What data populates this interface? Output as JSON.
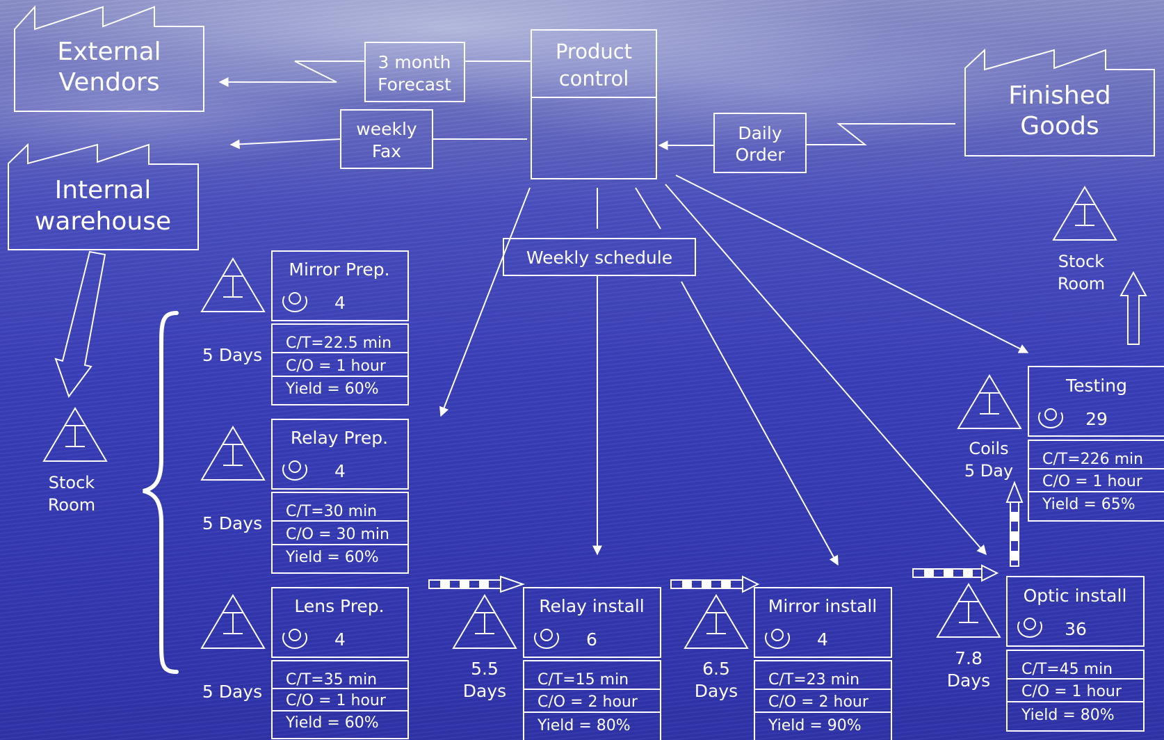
{
  "colors": {
    "line": "#ffffff",
    "background": "#3a3fb8"
  },
  "entities": {
    "external_vendors": {
      "line1": "External",
      "line2": "Vendors",
      "icon": "factory-icon"
    },
    "internal_warehouse": {
      "line1": "Internal",
      "line2": "warehouse",
      "icon": "factory-icon"
    },
    "finished_goods": {
      "line1": "Finished",
      "line2": "Goods",
      "icon": "factory-icon"
    }
  },
  "control": {
    "product_control": {
      "line1": "Product",
      "line2": "control"
    },
    "forecast": {
      "line1": "3 month",
      "line2": "Forecast"
    },
    "fax": {
      "line1": "weekly",
      "line2": "Fax"
    },
    "daily_order": {
      "line1": "Daily",
      "line2": "Order"
    },
    "weekly_schedule": "Weekly schedule"
  },
  "stock_rooms": {
    "left": {
      "line1": "Stock",
      "line2": "Room",
      "icon": "inventory-triangle-icon"
    },
    "right": {
      "line1": "Stock",
      "line2": "Room",
      "icon": "inventory-triangle-icon"
    }
  },
  "processes": {
    "mirror_prep": {
      "name": "Mirror Prep.",
      "operators": "4",
      "ct": "C/T=22.5 min",
      "co": "C/O = 1 hour",
      "yield": "Yield = 60%"
    },
    "relay_prep": {
      "name": "Relay Prep.",
      "operators": "4",
      "ct": "C/T=30 min",
      "co": "C/O = 30 min",
      "yield": "Yield = 60%"
    },
    "lens_prep": {
      "name": "Lens Prep.",
      "operators": "4",
      "ct": "C/T=35 min",
      "co": "C/O = 1 hour",
      "yield": "Yield = 60%"
    },
    "relay_install": {
      "name": "Relay install",
      "operators": "6",
      "ct": "C/T=15 min",
      "co": "C/O = 2 hour",
      "yield": "Yield = 80%"
    },
    "mirror_install": {
      "name": "Mirror install",
      "operators": "4",
      "ct": "C/T=23 min",
      "co": "C/O = 2 hour",
      "yield": "Yield = 90%"
    },
    "optic_install": {
      "name": "Optic install",
      "operators": "36",
      "ct": "C/T=45 min",
      "co": "C/O = 1 hour",
      "yield": "Yield = 80%"
    },
    "testing": {
      "name": "Testing",
      "operators": "29",
      "ct": "C/T=226 min",
      "co": "C/O = 1 hour",
      "yield": "Yield = 65%"
    }
  },
  "inventory": {
    "mirror_prep": "5 Days",
    "relay_prep": "5 Days",
    "lens_prep": "5 Days",
    "relay_install": {
      "line1": "5.5",
      "line2": "Days"
    },
    "mirror_install": {
      "line1": "6.5",
      "line2": "Days"
    },
    "optic_install": {
      "line1": "7.8",
      "line2": "Days"
    },
    "coils": {
      "line1": "Coils",
      "line2": "5 Day"
    }
  }
}
